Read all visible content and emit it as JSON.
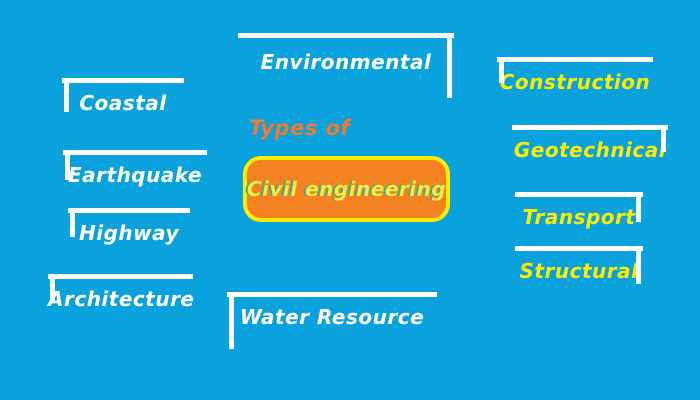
{
  "center": {
    "eyebrow": "Types of",
    "label": "Civil engineering"
  },
  "colors": {
    "background": "#0aa2dc",
    "box_fill": "#f58220",
    "box_border": "#fdee00",
    "center_text": "#ffe93d",
    "center_text_shadow": "#3aae8f",
    "eyebrow_text": "#ed7c30",
    "left_branch_text": "#ffffff",
    "right_branch_text": "#fdee00",
    "connector": "#ffffff"
  },
  "nodes": [
    {
      "label": "Environmental",
      "color": "white",
      "connector_end": "right"
    },
    {
      "label": "Construction",
      "color": "yellow",
      "connector_end": "left"
    },
    {
      "label": "Coastal",
      "color": "white",
      "connector_end": "left"
    },
    {
      "label": "Geotechnical",
      "color": "yellow",
      "connector_end": "right"
    },
    {
      "label": "Earthquake",
      "color": "white",
      "connector_end": "left"
    },
    {
      "label": "Transport",
      "color": "yellow",
      "connector_end": "right"
    },
    {
      "label": "Highway",
      "color": "white",
      "connector_end": "left"
    },
    {
      "label": "Structural",
      "color": "yellow",
      "connector_end": "right"
    },
    {
      "label": "Architecture",
      "color": "white",
      "connector_end": "left"
    },
    {
      "label": "Water Resource",
      "color": "white",
      "connector_end": "left"
    }
  ]
}
